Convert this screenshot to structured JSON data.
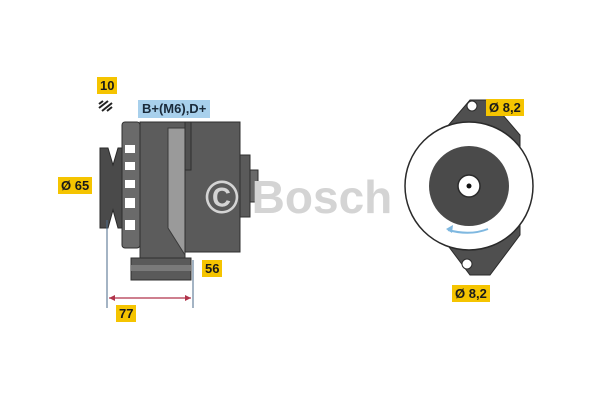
{
  "labels": {
    "count": "10",
    "connection": "B+(M6),D+",
    "pulley_diameter": "Ø 65",
    "length_56": "56",
    "length_77": "77",
    "hole_top": "Ø 8,2",
    "hole_bottom": "Ø 8,2"
  },
  "watermark": "© Bosch",
  "colors": {
    "tag_yellow": "#f5c400",
    "tag_blue": "#a8d0ec",
    "body_dark": "#5a5a5a",
    "dimension_red": "#b0334a",
    "dimension_blue": "#4a6a8a"
  },
  "icons": {
    "belt_grooves": "pulley-grooves-icon",
    "rotation": "rotation-arrow-icon"
  }
}
